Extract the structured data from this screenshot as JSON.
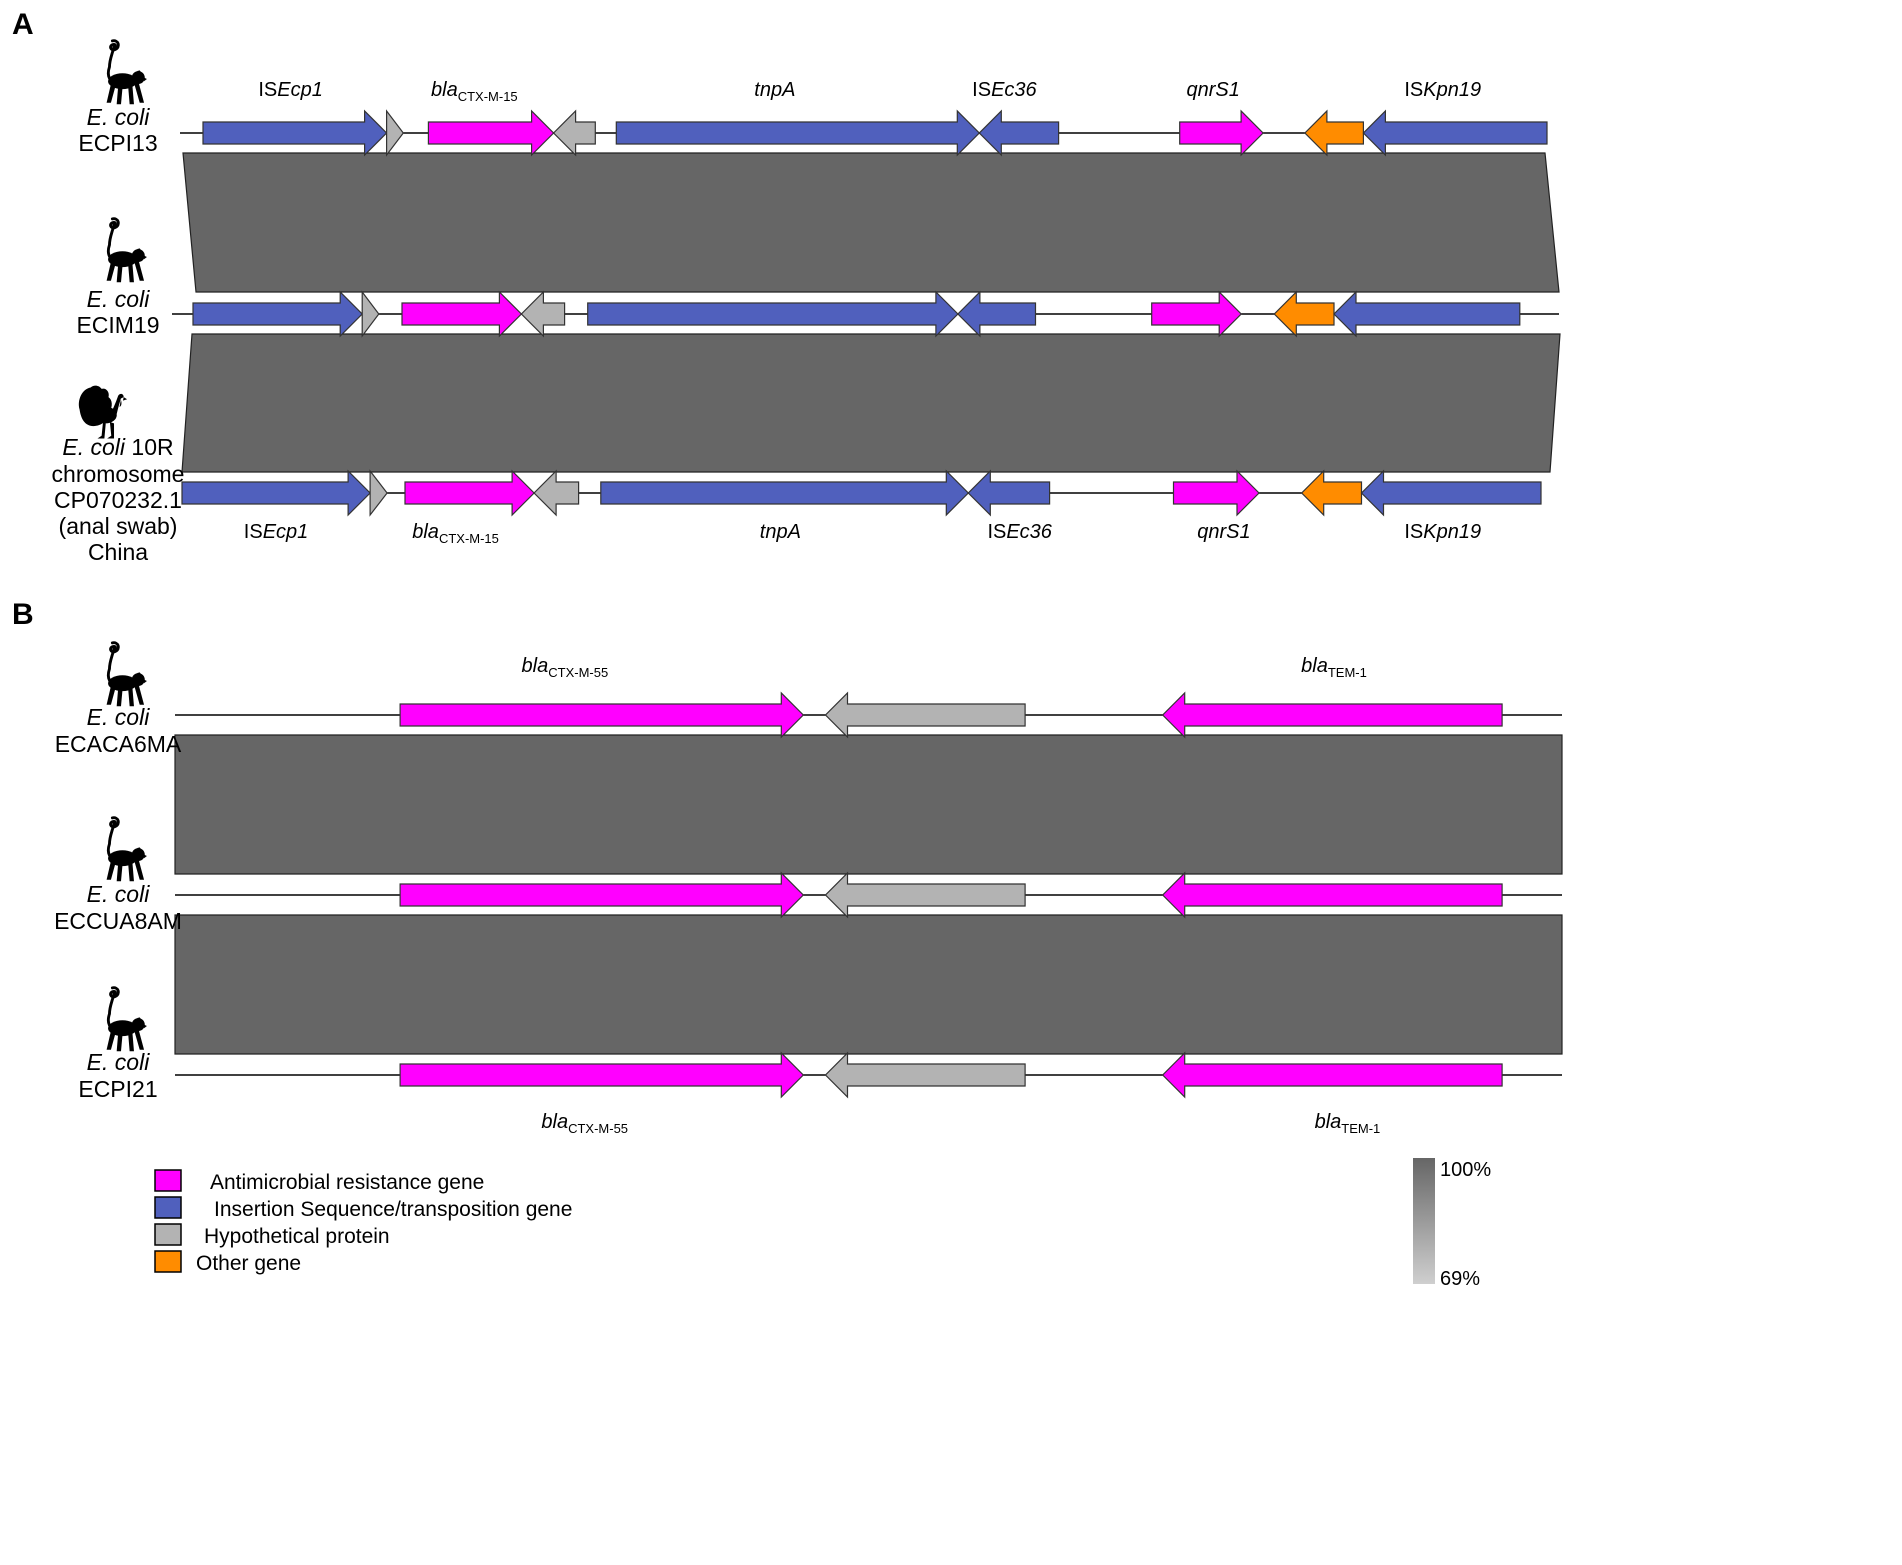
{
  "colors": {
    "amr": "#ff00ff",
    "is": "#5060bd",
    "hyp": "#b3b3b3",
    "other": "#ff8c00",
    "identity_high": "#666666",
    "identity_low": "#cfcfcf"
  },
  "panels": [
    {
      "letter": "A",
      "tracks": [
        {
          "species": "E. coli",
          "name_lines": [
            "ECPI13"
          ],
          "icon": "monkey-icon",
          "genes": [
            {
              "type": "is",
              "dir": 1,
              "start": 0.0,
              "end": 0.1366
            },
            {
              "type": "hyp",
              "dir": 1,
              "start": 0.1366,
              "end": 0.149
            },
            {
              "type": "amr",
              "dir": 1,
              "start": 0.1677,
              "end": 0.2609
            },
            {
              "type": "hyp",
              "dir": -1,
              "start": 0.2609,
              "end": 0.2919
            },
            {
              "type": "is",
              "dir": 1,
              "start": 0.3075,
              "end": 0.5776
            },
            {
              "type": "is",
              "dir": -1,
              "start": 0.5776,
              "end": 0.6366
            },
            {
              "type": "amr",
              "dir": 1,
              "start": 0.7267,
              "end": 0.7888
            },
            {
              "type": "other",
              "dir": -1,
              "start": 0.8199,
              "end": 0.8634
            },
            {
              "type": "is",
              "dir": -1,
              "start": 0.8634,
              "end": 1.0
            }
          ],
          "labels_top": [
            {
              "pos": 0.0652,
              "parts": [
                {
                  "t": "IS"
                },
                {
                  "t": "Ecp1",
                  "i": true
                }
              ]
            },
            {
              "pos": 0.2019,
              "parts": [
                {
                  "t": "bla",
                  "i": true
                },
                {
                  "t": "CTX-M-15",
                  "sub": true
                }
              ]
            },
            {
              "pos": 0.4255,
              "parts": [
                {
                  "t": "tnpA",
                  "i": true
                }
              ]
            },
            {
              "pos": 0.5963,
              "parts": [
                {
                  "t": "IS"
                },
                {
                  "t": "Ec36",
                  "i": true
                }
              ]
            },
            {
              "pos": 0.7516,
              "parts": [
                {
                  "t": "qnrS1",
                  "i": true
                }
              ]
            },
            {
              "pos": 0.9224,
              "parts": [
                {
                  "t": "IS"
                },
                {
                  "t": "Kpn19",
                  "i": true
                }
              ]
            }
          ]
        },
        {
          "species": "E. coli",
          "name_lines": [
            "ECIM19"
          ],
          "icon": "monkey-icon",
          "genes": [
            {
              "type": "is",
              "dir": 1,
              "start": 0.0,
              "end": 0.1244
            },
            {
              "type": "hyp",
              "dir": 1,
              "start": 0.1244,
              "end": 0.1366
            },
            {
              "type": "amr",
              "dir": 1,
              "start": 0.1537,
              "end": 0.2415
            },
            {
              "type": "hyp",
              "dir": -1,
              "start": 0.2415,
              "end": 0.2732
            },
            {
              "type": "is",
              "dir": 1,
              "start": 0.2902,
              "end": 0.5624
            },
            {
              "type": "is",
              "dir": -1,
              "start": 0.5624,
              "end": 0.6195
            },
            {
              "type": "amr",
              "dir": 1,
              "start": 0.7049,
              "end": 0.7707
            },
            {
              "type": "other",
              "dir": -1,
              "start": 0.7951,
              "end": 0.839
            },
            {
              "type": "is",
              "dir": -1,
              "start": 0.839,
              "end": 0.9756
            }
          ],
          "labels_top": []
        },
        {
          "species": "E. coli",
          "name_lines": [
            "10R",
            "chromosome",
            "CP070232.1",
            "(anal swab)",
            "China"
          ],
          "icon": "turkey-icon",
          "genes": [
            {
              "type": "is",
              "dir": 1,
              "start": 0.0,
              "end": 0.1384
            },
            {
              "type": "hyp",
              "dir": 1,
              "start": 0.1384,
              "end": 0.1509
            },
            {
              "type": "amr",
              "dir": 1,
              "start": 0.1641,
              "end": 0.2591
            },
            {
              "type": "hyp",
              "dir": -1,
              "start": 0.2591,
              "end": 0.2918
            },
            {
              "type": "is",
              "dir": 1,
              "start": 0.3082,
              "end": 0.5786
            },
            {
              "type": "is",
              "dir": -1,
              "start": 0.5786,
              "end": 0.6384
            },
            {
              "type": "amr",
              "dir": 1,
              "start": 0.7296,
              "end": 0.7925
            },
            {
              "type": "other",
              "dir": -1,
              "start": 0.8239,
              "end": 0.8679
            },
            {
              "type": "is",
              "dir": -1,
              "start": 0.8679,
              "end": 1.0
            }
          ],
          "labels_bottom": [
            {
              "pos": 0.0692,
              "parts": [
                {
                  "t": "IS"
                },
                {
                  "t": "Ecp1",
                  "i": true
                }
              ]
            },
            {
              "pos": 0.2013,
              "parts": [
                {
                  "t": "bla",
                  "i": true
                },
                {
                  "t": "CTX-M-15",
                  "sub": true
                }
              ]
            },
            {
              "pos": 0.4403,
              "parts": [
                {
                  "t": "tnpA",
                  "i": true
                }
              ]
            },
            {
              "pos": 0.6164,
              "parts": [
                {
                  "t": "IS"
                },
                {
                  "t": "Ec36",
                  "i": true
                }
              ]
            },
            {
              "pos": 0.7667,
              "parts": [
                {
                  "t": "qnrS1",
                  "i": true
                }
              ]
            },
            {
              "pos": 0.9277,
              "parts": [
                {
                  "t": "IS"
                },
                {
                  "t": "Kpn19",
                  "i": true
                }
              ]
            }
          ]
        }
      ],
      "identity_blocks": [
        {
          "from_track": 0,
          "to_track": 1,
          "identity": 100
        },
        {
          "from_track": 1,
          "to_track": 2,
          "identity": 100
        }
      ]
    },
    {
      "letter": "B",
      "tracks": [
        {
          "species": "E. coli",
          "name_lines": [
            "ECACA6MA"
          ],
          "icon": "monkey-icon",
          "genes": [
            {
              "type": "amr",
              "dir": 1,
              "start": 0.1623,
              "end": 0.453
            },
            {
              "type": "hyp",
              "dir": -1,
              "start": 0.469,
              "end": 0.6129
            },
            {
              "type": "amr",
              "dir": -1,
              "start": 0.7121,
              "end": 0.9568
            }
          ],
          "labels_top": [
            {
              "pos": 0.2811,
              "parts": [
                {
                  "t": "bla",
                  "i": true
                },
                {
                  "t": "CTX-M-55",
                  "sub": true
                }
              ]
            },
            {
              "pos": 0.8356,
              "parts": [
                {
                  "t": "bla",
                  "i": true
                },
                {
                  "t": "TEM-1",
                  "sub": true
                }
              ]
            }
          ]
        },
        {
          "species": "E. coli",
          "name_lines": [
            "ECCUA8AM"
          ],
          "icon": "monkey-icon",
          "genes": [
            {
              "type": "amr",
              "dir": 1,
              "start": 0.1623,
              "end": 0.453
            },
            {
              "type": "hyp",
              "dir": -1,
              "start": 0.469,
              "end": 0.6129
            },
            {
              "type": "amr",
              "dir": -1,
              "start": 0.7121,
              "end": 0.9568
            }
          ],
          "labels_top": []
        },
        {
          "species": "E. coli",
          "name_lines": [
            "ECPI21"
          ],
          "icon": "monkey-icon",
          "genes": [
            {
              "type": "amr",
              "dir": 1,
              "start": 0.1623,
              "end": 0.453
            },
            {
              "type": "hyp",
              "dir": -1,
              "start": 0.469,
              "end": 0.6129
            },
            {
              "type": "amr",
              "dir": -1,
              "start": 0.7121,
              "end": 0.9568
            }
          ],
          "labels_bottom": [
            {
              "pos": 0.2954,
              "parts": [
                {
                  "t": "bla",
                  "i": true
                },
                {
                  "t": "CTX-M-55",
                  "sub": true
                }
              ]
            },
            {
              "pos": 0.8453,
              "parts": [
                {
                  "t": "bla",
                  "i": true
                },
                {
                  "t": "TEM-1",
                  "sub": true
                }
              ]
            }
          ]
        }
      ],
      "identity_blocks": [
        {
          "from_track": 0,
          "to_track": 1,
          "identity": 100
        },
        {
          "from_track": 1,
          "to_track": 2,
          "identity": 100
        }
      ]
    }
  ],
  "legend": [
    {
      "type": "amr",
      "label": "Antimicrobial resistance gene"
    },
    {
      "type": "is",
      "label": "Insertion Sequence/transposition gene"
    },
    {
      "type": "hyp",
      "label": "Hypothetical protein"
    },
    {
      "type": "other",
      "label": "Other gene"
    }
  ],
  "scale": {
    "max_label": "100%",
    "min_label": "69%",
    "max": 100,
    "min": 69
  }
}
